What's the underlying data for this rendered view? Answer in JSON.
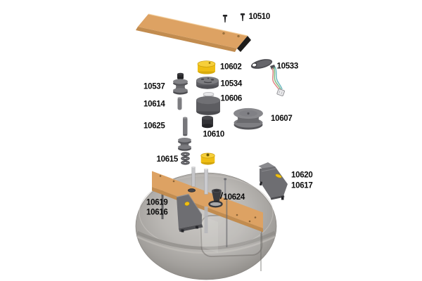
{
  "diagram": {
    "kind": "exploded-parts-diagram",
    "background": "#ffffff"
  },
  "parts": [
    {
      "number": "10510"
    },
    {
      "number": "10602"
    },
    {
      "number": "10533"
    },
    {
      "number": "10537"
    },
    {
      "number": "10534"
    },
    {
      "number": "10614"
    },
    {
      "number": "10606"
    },
    {
      "number": "10607"
    },
    {
      "number": "10625"
    },
    {
      "number": "10610"
    },
    {
      "number": "10615"
    },
    {
      "number": "10620"
    },
    {
      "number": "10617"
    },
    {
      "number": "10624"
    },
    {
      "number": "10619"
    },
    {
      "number": "10616"
    }
  ],
  "colors": {
    "wood": "#DDA263",
    "wood_light": "#EABE85",
    "wood_shadow": "#C28C4F",
    "underside_black": "#1E1C1A",
    "accent_yellow": "#EFBE13",
    "accent_yellow_light": "#F6CF3A",
    "part_gray": "#6E6E72",
    "part_gray_dark": "#47474B",
    "part_gray_light": "#8A8A8E",
    "part_black": "#2B2B2D",
    "base_dome_gray": "#ABA8A4",
    "wire_red": "#E28C8C",
    "wire_green": "#86BE86",
    "wire_teal": "#76BCC4",
    "label_color": "#0B0B0B"
  }
}
